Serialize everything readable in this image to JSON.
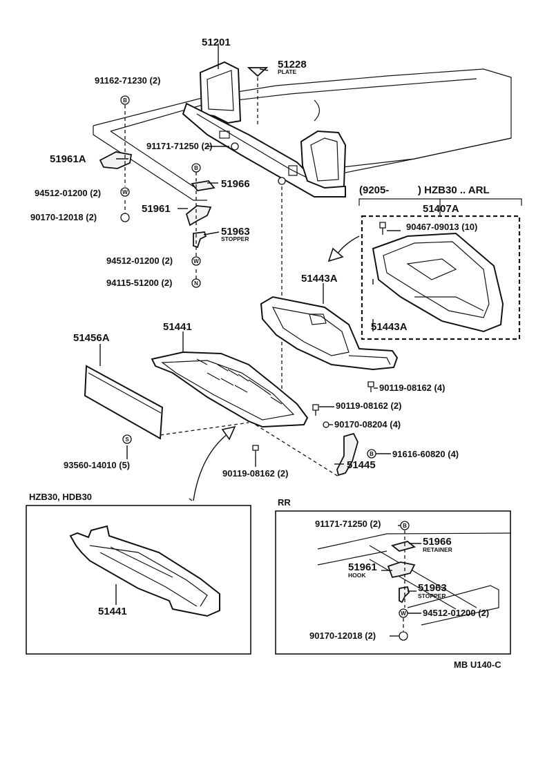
{
  "diagram": {
    "code": "MB U140-C",
    "labels": {
      "l51201": "51201",
      "l51228": "51228",
      "plate": "PLATE",
      "l9116271230": "91162-71230 (2)",
      "l9117171250": "91171-71250 (2)",
      "l51961A": "51961A",
      "l51966": "51966",
      "l9451201200a": "94512-01200 (2)",
      "l9017012018": "90170-12018 (2)",
      "l51961": "51961",
      "l51963": "51963",
      "stopper": "STOPPER",
      "l9451201200b": "94512-01200 (2)",
      "l9411551200": "94115-51200 (2)",
      "variant": "(9205-",
      "variant2": ") HZB30 .. ARL",
      "l51407A": "51407A",
      "l9046709013": "90467-09013 (10)",
      "l51443A_main": "51443A",
      "l51443A_inset": "51443A",
      "l51456A": "51456A",
      "l51441": "51441",
      "l9011908162a": "90119-08162 (4)",
      "l9011908162b": "90119-08162 (2)",
      "l9017008204": "90170-08204 (4)",
      "l9161660820": "91616-60820 (4)",
      "l51445": "51445",
      "l9356014010": "93560-14010 (5)",
      "l9011908162c": "90119-08162 (2)"
    },
    "inset_left": {
      "title": "HZB30, HDB30",
      "part": "51441"
    },
    "inset_right": {
      "title": "RR",
      "l9117171250": "91171-71250 (2)",
      "l51966": "51966",
      "retainer": "RETAINER",
      "l51961": "51961",
      "hook": "HOOK",
      "l51963": "51963",
      "stopper": "STOPPER",
      "l9451201200": "94512-01200 (2)",
      "l9017012018": "90170-12018 (2)"
    },
    "symbols": {
      "bolt": "B",
      "washer": "W",
      "nut": "N",
      "screw": "S"
    }
  }
}
